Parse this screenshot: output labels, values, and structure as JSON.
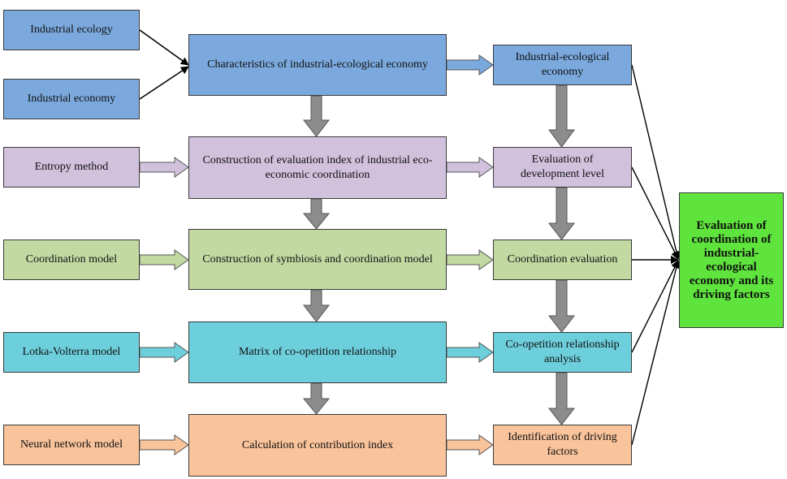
{
  "inputs": {
    "industrial_ecology": "Industrial ecology",
    "industrial_economy": "Industrial economy",
    "entropy_method": "Entropy method",
    "coordination_model": "Coordination model",
    "lotka_volterra_model": "Lotka-Volterra model",
    "neural_network_model": "Neural network model"
  },
  "process": {
    "characteristics": "Characteristics of industrial-ecological economy",
    "index_construction": "Construction of evaluation index of industrial eco-economic coordination",
    "symbiosis_model": "Construction of symbiosis and coordination model",
    "coopetition_matrix": "Matrix of co-opetition relationship",
    "contribution_index": "Calculation of contribution index"
  },
  "outputs": {
    "eco_economy": "Industrial-ecological economy",
    "development_level": "Evaluation of development level",
    "coordination_evaluation": "Coordination evaluation",
    "coopetition_analysis": "Co-opetition relationship analysis",
    "driving_factors": "Identification of driving factors"
  },
  "result": {
    "label": "Evaluation of coordination of industrial-ecological economy and its driving factors"
  },
  "colors": {
    "row1": "#7ba9de",
    "row2": "#d1c1dd",
    "row3": "#c2d9a2",
    "row4": "#6dcfdc",
    "row5": "#f9c39b",
    "result": "#5ee43c",
    "down_arrow": "#8c8c8c"
  }
}
